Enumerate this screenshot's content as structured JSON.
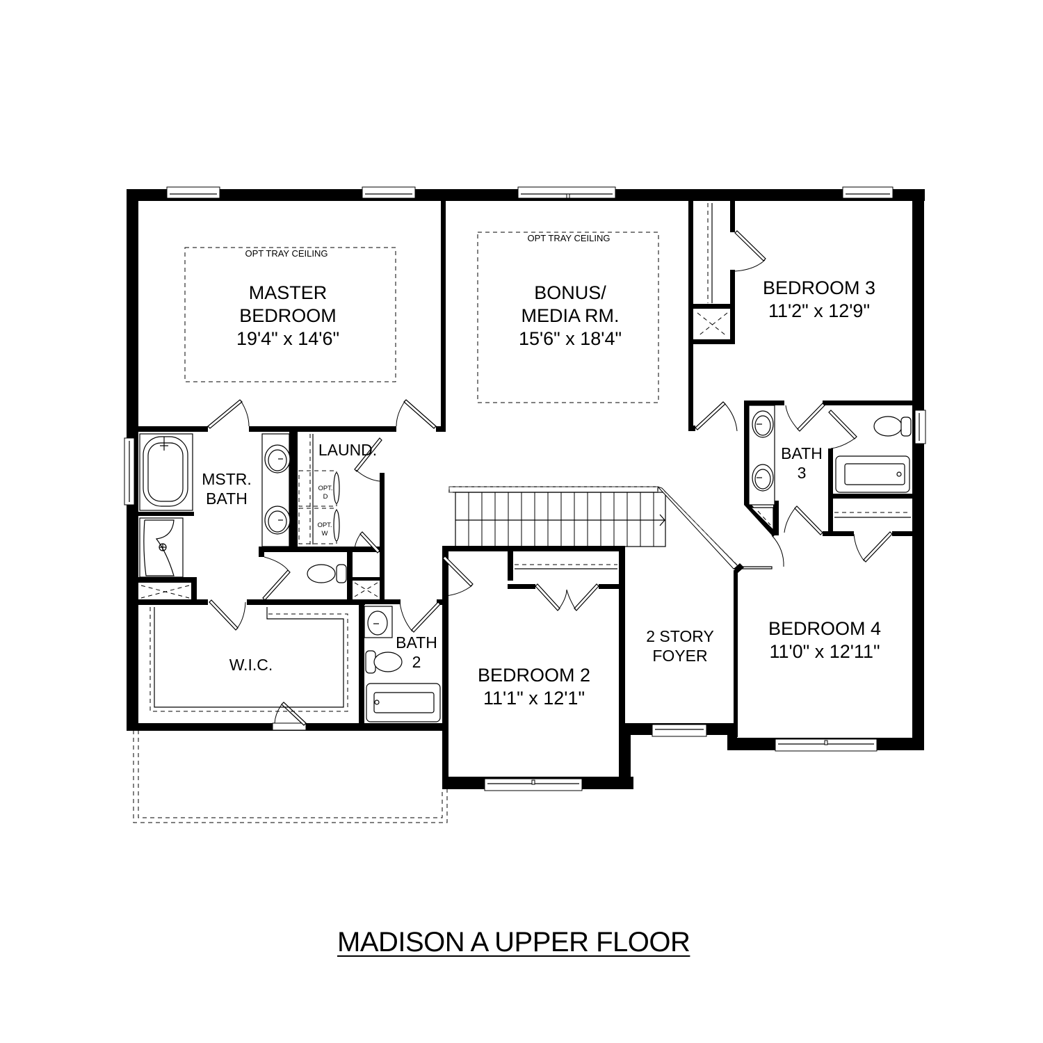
{
  "plan": {
    "title": "MADISON A UPPER FLOOR",
    "wall_color": "#000000",
    "background": "#ffffff"
  },
  "rooms": {
    "master_bedroom": {
      "name_line1": "MASTER",
      "name_line2": "BEDROOM",
      "dimensions": "19'4\" x 14'6\"",
      "note": "OPT TRAY CEILING"
    },
    "bonus_media": {
      "name_line1": "BONUS/",
      "name_line2": "MEDIA RM.",
      "dimensions": "15'6\" x 18'4\"",
      "note": "OPT TRAY CEILING"
    },
    "bedroom_3": {
      "name": "BEDROOM 3",
      "dimensions": "11'2\" x 12'9\""
    },
    "master_bath": {
      "name_line1": "MSTR.",
      "name_line2": "BATH"
    },
    "laundry": {
      "name": "LAUND.",
      "opt_dryer_line1": "OPT.",
      "opt_dryer_line2": "D",
      "opt_washer_line1": "OPT.",
      "opt_washer_line2": "W"
    },
    "bath_3": {
      "name_line1": "BATH",
      "name_line2": "3"
    },
    "walk_in_closet": {
      "name": "W.I.C."
    },
    "bath_2": {
      "name_line1": "BATH",
      "name_line2": "2"
    },
    "bedroom_2": {
      "name": "BEDROOM 2",
      "dimensions": "11'1\" x 12'1\""
    },
    "foyer": {
      "name_line1": "2 STORY",
      "name_line2": "FOYER"
    },
    "bedroom_4": {
      "name": "BEDROOM 4",
      "dimensions": "11'0\" x 12'11\""
    }
  },
  "icons": {
    "window": "window-icon",
    "door_swing": "door-swing-icon",
    "sink": "sink-icon",
    "toilet": "toilet-icon",
    "bathtub": "bathtub-icon",
    "shower": "shower-icon",
    "stairs": "stairs-icon",
    "linen_closet": "linen-closet-icon"
  }
}
